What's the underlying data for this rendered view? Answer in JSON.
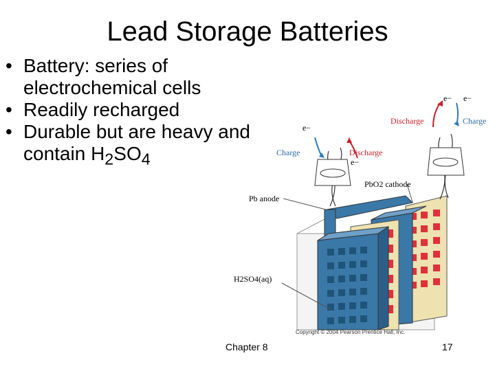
{
  "slide": {
    "title": "Lead Storage Batteries",
    "bullets": [
      {
        "text": "Battery: series of electrochemical cells"
      },
      {
        "text": "Readily recharged"
      },
      {
        "text_before": "Durable but are heavy and contain H",
        "sub1": "2",
        "mid": "SO",
        "sub2": "4"
      }
    ],
    "bullet_glyph": "•"
  },
  "figure": {
    "labels": {
      "e1": "e−",
      "e2": "e−",
      "e3": "e−",
      "e4": "e−",
      "discharge_top": "Discharge",
      "charge_top": "Charge",
      "charge_left": "Charge",
      "discharge_left": "Discharge",
      "pbo2_cathode": "PbO2 cathode",
      "pb_anode": "Pb anode",
      "h2so4": "H2SO4(aq)",
      "copyright": "Copyright © 2004 Pearson Prentice Hall, Inc."
    },
    "colors": {
      "anode_blue": "#3a78a8",
      "cathode_red": "#e0303a",
      "cream": "#eee2b0",
      "arrow_blue": "#2a7ab8",
      "arrow_red": "#c8202a"
    }
  },
  "footer": {
    "chapter": "Chapter 8",
    "page": "17"
  }
}
